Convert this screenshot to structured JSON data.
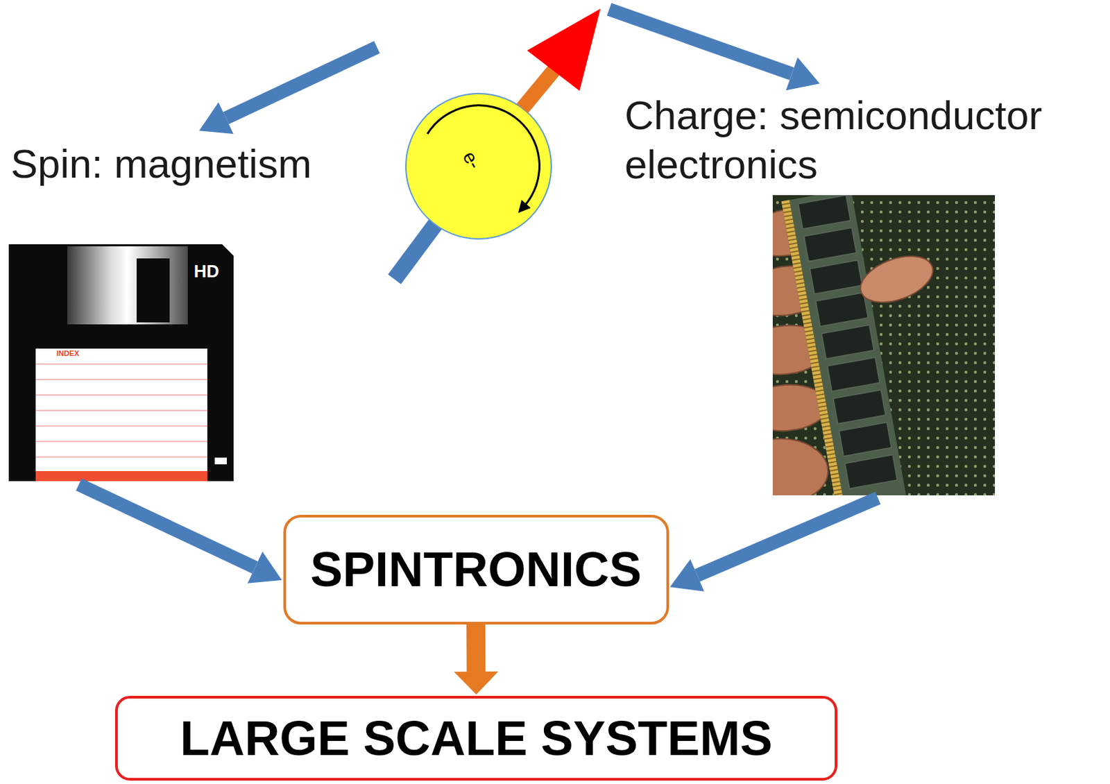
{
  "diagram": {
    "nodes": [
      {
        "text": [
          "e-"
        ]
      },
      {
        "text": [
          "Spin: magnetism"
        ]
      },
      {
        "text": [
          "Charge: semiconductor electronics"
        ]
      },
      {
        "text": [
          "SPINTRONICS"
        ]
      },
      {
        "text": [
          "LARGE SCALE SYSTEMS"
        ]
      }
    ],
    "edges": [
      {
        "from": 0,
        "to": 1,
        "arrow": "to"
      },
      {
        "from": 0,
        "to": 2,
        "arrow": "to"
      },
      {
        "from": 1,
        "to": 3,
        "arrow": "to"
      },
      {
        "from": 2,
        "to": 3,
        "arrow": "to"
      },
      {
        "from": 3,
        "to": 4,
        "arrow": "to"
      }
    ],
    "labels": [
      "HD",
      "INDEX"
    ]
  }
}
